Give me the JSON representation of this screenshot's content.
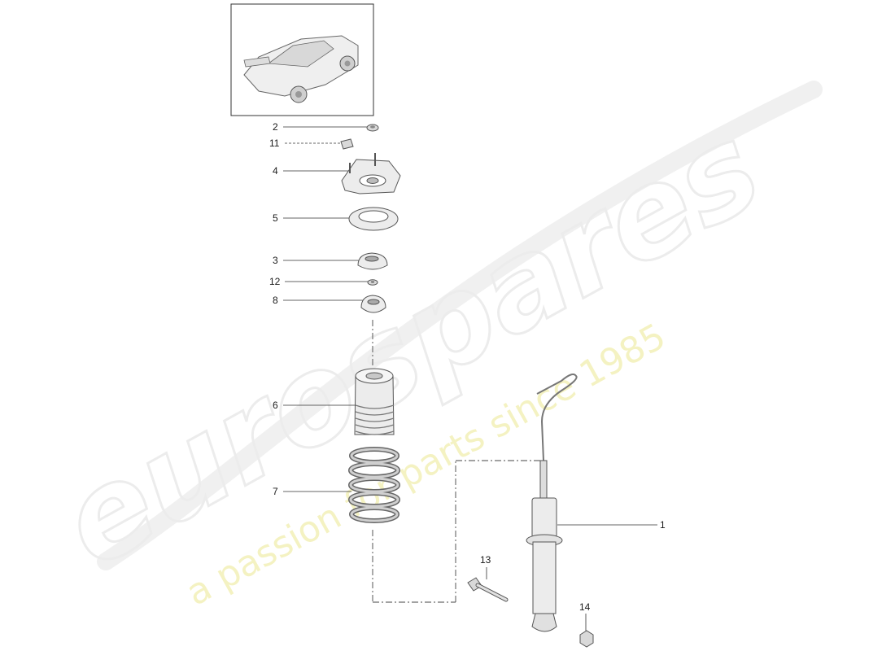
{
  "watermark": {
    "brand": "eurospares",
    "tagline": "a passion for parts since 1985"
  },
  "callouts": [
    {
      "id": "c2",
      "number": "2"
    },
    {
      "id": "c11",
      "number": "11"
    },
    {
      "id": "c4",
      "number": "4"
    },
    {
      "id": "c5",
      "number": "5"
    },
    {
      "id": "c3",
      "number": "3"
    },
    {
      "id": "c12",
      "number": "12"
    },
    {
      "id": "c8",
      "number": "8"
    },
    {
      "id": "c6",
      "number": "6"
    },
    {
      "id": "c7",
      "number": "7"
    },
    {
      "id": "c1",
      "number": "1"
    },
    {
      "id": "c13",
      "number": "13"
    },
    {
      "id": "c14",
      "number": "14"
    }
  ],
  "colors": {
    "line": "#333333",
    "part_fill": "#ececec",
    "watermark_grey": "#ececec",
    "watermark_yellow": "#f3f0b8"
  }
}
